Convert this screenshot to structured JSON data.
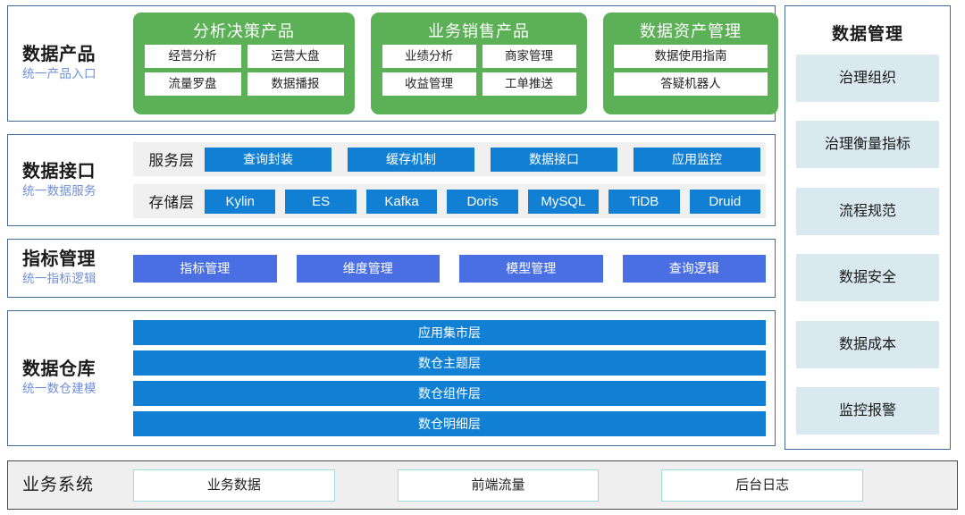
{
  "layers": [
    {
      "title": "数据产品",
      "subtitle": "统一产品入口",
      "cards": [
        {
          "title": "分析决策产品",
          "items": [
            "经营分析",
            "运营大盘",
            "流量罗盘",
            "数据播报"
          ]
        },
        {
          "title": "业务销售产品",
          "items": [
            "业绩分析",
            "商家管理",
            "收益管理",
            "工单推送"
          ]
        },
        {
          "title": "数据资产管理",
          "items": [
            "数据使用指南",
            "答疑机器人"
          ]
        }
      ]
    },
    {
      "title": "数据接口",
      "subtitle": "统一数据服务",
      "rows": [
        {
          "label": "服务层",
          "items": [
            "查询封装",
            "缓存机制",
            "数据接口",
            "应用监控"
          ]
        },
        {
          "label": "存储层",
          "items": [
            "Kylin",
            "ES",
            "Kafka",
            "Doris",
            "MySQL",
            "TiDB",
            "Druid"
          ]
        }
      ]
    },
    {
      "title": "指标管理",
      "subtitle": "统一指标逻辑",
      "items": [
        "指标管理",
        "维度管理",
        "模型管理",
        "查询逻辑"
      ]
    },
    {
      "title": "数据仓库",
      "subtitle": "统一数仓建模",
      "items": [
        "应用集市层",
        "数仓主题层",
        "数仓组件层",
        "数仓明细层"
      ]
    }
  ],
  "bottom": {
    "title": "业务系统",
    "items": [
      "业务数据",
      "前端流量",
      "后台日志"
    ]
  },
  "sidebar": {
    "title": "数据管理",
    "items": [
      "治理组织",
      "治理衡量指标",
      "流程规范",
      "数据安全",
      "数据成本",
      "监控报警"
    ]
  },
  "colors": {
    "panel_border": "#44699c",
    "green_card": "#5cb157",
    "blue_button": "#1180d4",
    "royal_button": "#4a6fe3",
    "sidebar_item": "#d9e9ef",
    "teal_border": "#9fdcdc",
    "strip_bg": "#f0f0f0",
    "subtitle_text": "#6f8fd8"
  }
}
